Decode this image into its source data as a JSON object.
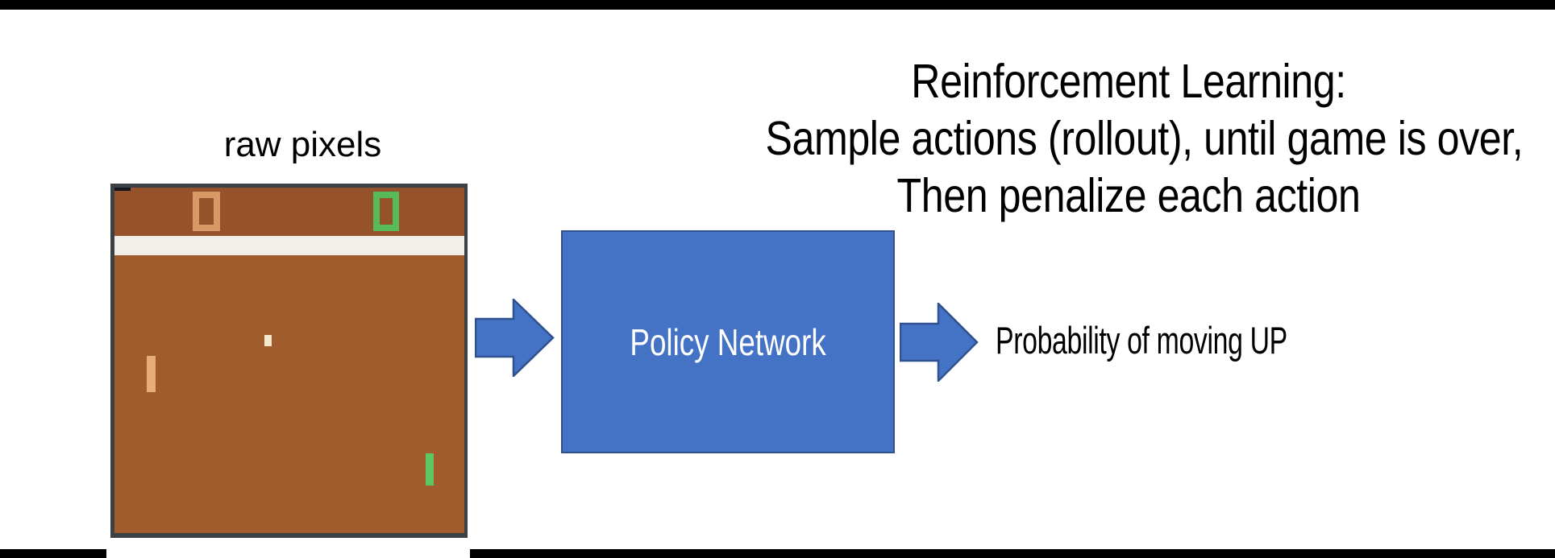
{
  "slide": {
    "headline": {
      "lines": [
        "Reinforcement Learning:",
        "Sample actions (rollout), until game is over,",
        "Then penalize each action"
      ]
    },
    "raw_pixels_label": "raw pixels",
    "policy_box": {
      "label": "Policy Network"
    },
    "output_label": "Probability of moving UP",
    "game": {
      "left_score": "0",
      "right_score": "0"
    },
    "colors": {
      "accent_blue": "#4472C4",
      "accent_blue_dark": "#2F528F",
      "bar_black": "#000000",
      "field_brown": "#A05C2D",
      "field_brown_dark": "#96522A",
      "frame_gray": "#3C4146",
      "band_white": "#F0EFEA",
      "score_orange": "#D89A65",
      "paddle_orange": "#E8AC79",
      "score_green": "#56BB58",
      "paddle_green": "#5CC763",
      "ball_cream": "#F4E9CD"
    }
  }
}
